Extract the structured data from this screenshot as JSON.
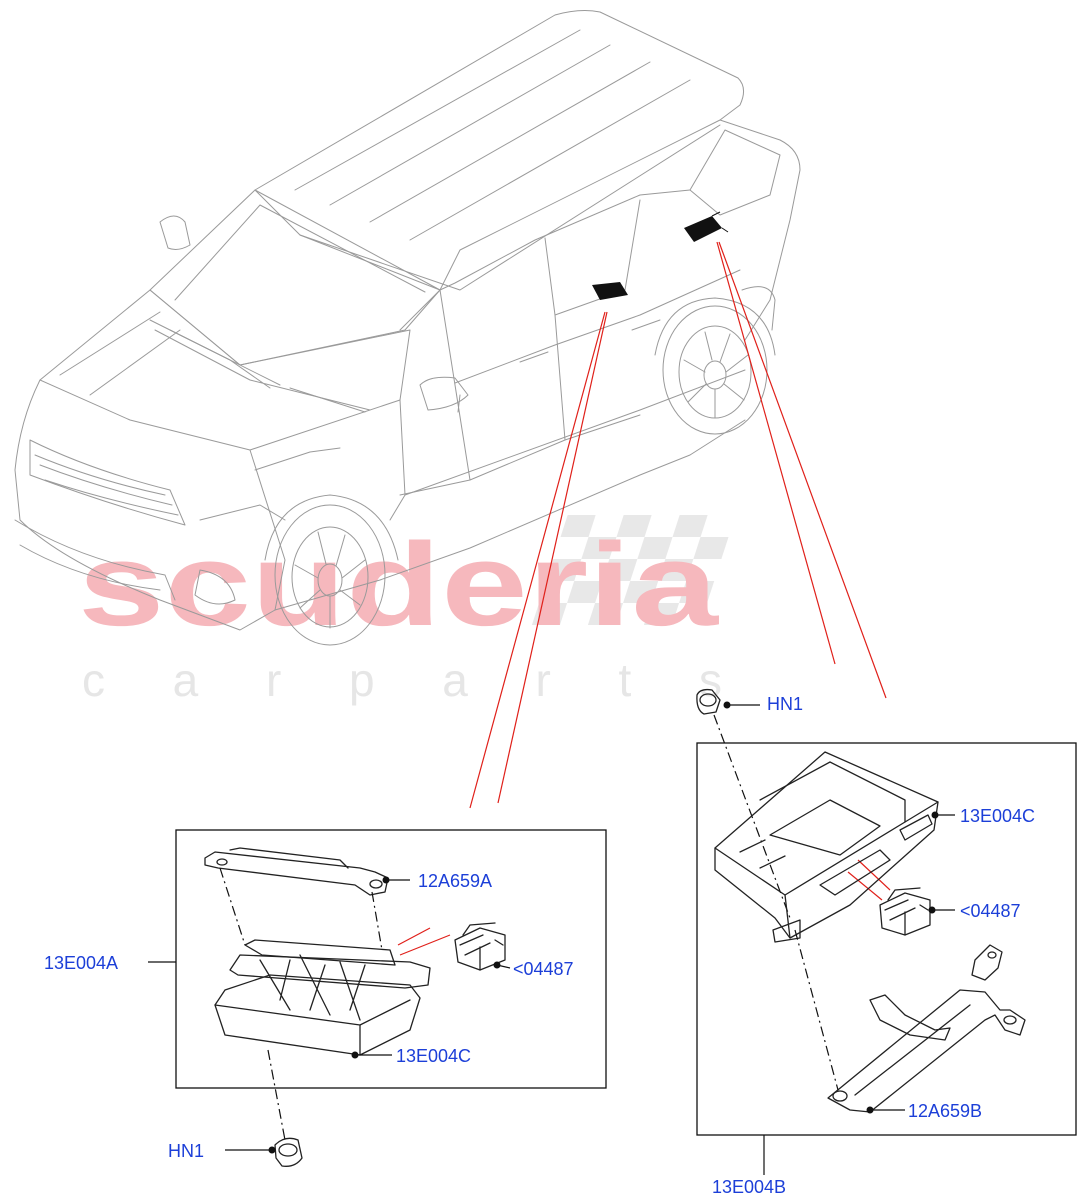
{
  "watermark": {
    "brand": "scuderia",
    "tagline": "c a r p a r t s"
  },
  "callouts": {
    "hn1_top": "HN1",
    "c13e004c_right": "13E004C",
    "c04487_right": "<04487",
    "c12a659b": "12A659B",
    "c13e004b": "13E004B",
    "c13e004a": "13E004A",
    "c12a659a": "12A659A",
    "c04487_left": "<04487",
    "c13e004c_left": "13E004C",
    "hn1_bottom": "HN1"
  },
  "colors": {
    "callout_text": "#1c3fd8",
    "leader_red": "#e0201a",
    "watermark_brand": "#f6b8bd",
    "watermark_checker": "#e8e8e8"
  },
  "icons": {
    "vehicle": "suv-line-art-icon",
    "module": "control-module-icon",
    "connector": "electrical-connector-icon",
    "bracket": "mounting-bracket-icon",
    "nut": "flange-nut-icon"
  }
}
